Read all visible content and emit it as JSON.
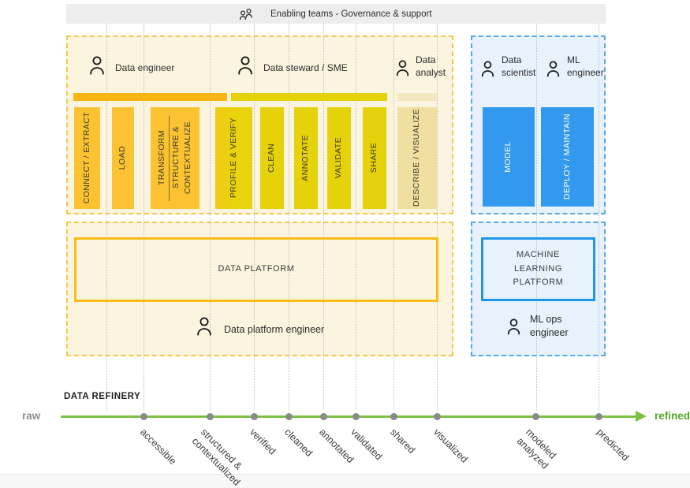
{
  "enabling_bar": {
    "label": "Enabling teams - Governance & support"
  },
  "data_zone": {
    "roles": [
      {
        "label": "Data engineer"
      },
      {
        "label": "Data steward / SME"
      },
      {
        "label": "Data analyst"
      }
    ],
    "bars": {
      "connect": "CONNECT / EXTRACT",
      "load": "LOAD",
      "transform": "TRANSFORM",
      "structure": "STRUCTURE &\nCONTEXTUALIZE",
      "profile": "PROFILE & VERIFY",
      "clean": "CLEAN",
      "annotate": "ANNOTATE",
      "validate": "VALIDATE",
      "share": "SHARE",
      "describe": "DESCRIBE / VISUALIZE"
    },
    "platform": {
      "label": "DATA PLATFORM"
    },
    "platform_role": {
      "label": "Data platform engineer"
    }
  },
  "ml_zone": {
    "roles": [
      {
        "label": "Data scientist"
      },
      {
        "label": "ML engineer"
      }
    ],
    "bars": {
      "model": "MODEL",
      "deploy": "DEPLOY / MAINTAIN"
    },
    "platform": {
      "label": "MACHINE LEARNING PLATFORM"
    },
    "platform_role": {
      "label": "ML ops engineer"
    }
  },
  "axis": {
    "title": "DATA REFINERY",
    "start_label": "raw",
    "end_label": "refined",
    "stages": [
      "accessible",
      "structured &\ncontextualized",
      "verified",
      "cleaned",
      "annotated",
      "validated",
      "shared",
      "visualized",
      "modeled\nanalyzed",
      "predicted"
    ]
  },
  "colors": {
    "orange_strip": "#fbb613",
    "orange_bar": "#fbc232",
    "yellow": "#e6d20b",
    "tan_strip": "#f6e7c0",
    "tan_bar": "#f0dfa0",
    "blue_bar": "#3399ee",
    "cream_panel": "#fbf4df",
    "blue_panel": "#e7f2fc",
    "data_platform_border": "#fbbc19",
    "ml_platform_border": "#2196e8",
    "axis_green": "#7cc142",
    "refined_green": "#54a629"
  }
}
